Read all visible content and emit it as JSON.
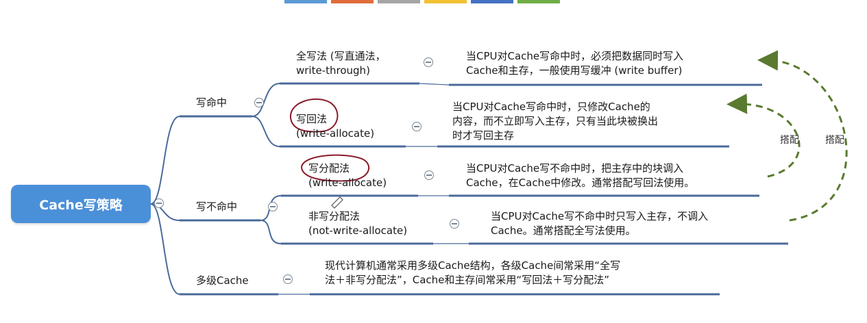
{
  "top_swatches": [
    "#5b9bd5",
    "#e06c3c",
    "#a5a5a5",
    "#f2c233",
    "#4472c4",
    "#70ad47"
  ],
  "colors": {
    "root": "#4a90d9",
    "line": "#4a6a9a",
    "arrow": "#5a7a30",
    "annotation": "#8b1a2b"
  },
  "root": {
    "label": "Cache写策略"
  },
  "branches": {
    "hit": {
      "label": "写命中",
      "write_through": {
        "label_line1": "全写法 (写直通法，",
        "label_line2": "write-through)",
        "desc_line1": "当CPU对Cache写命中时，必须把数据同时写入",
        "desc_line2": "Cache和主存，一般使用写缓冲 (write buffer)"
      },
      "write_back": {
        "label_line1": "写回法",
        "label_line2": "(write-allocate)",
        "desc_line1": "当CPU对Cache写命中时，只修改Cache的",
        "desc_line2": "内容，而不立即写入主存，只有当此块被换出",
        "desc_line3": "时才写回主存"
      }
    },
    "miss": {
      "label": "写不命中",
      "write_allocate": {
        "label_line1": "写分配法",
        "label_line2": "(write-allocate)",
        "desc_line1": "当CPU对Cache写不命中时，把主存中的块调入",
        "desc_line2": "Cache，在Cache中修改。通常搭配写回法使用。"
      },
      "not_write_allocate": {
        "label_line1": "非写分配法",
        "label_line2": "(not-write-allocate)",
        "desc_line1": "当CPU对Cache写不命中时只写入主存，不调入",
        "desc_line2": "Cache。通常搭配全写法使用。"
      }
    },
    "multilevel": {
      "label": "多级Cache",
      "desc_line1": "现代计算机通常采用多级Cache结构，各级Cache间常采用“全写",
      "desc_line2": "法＋非写分配法”，Cache和主存间常采用“写回法＋写分配法”"
    }
  },
  "arrows": {
    "inner_label": "搭配",
    "outer_label": "搭配"
  }
}
